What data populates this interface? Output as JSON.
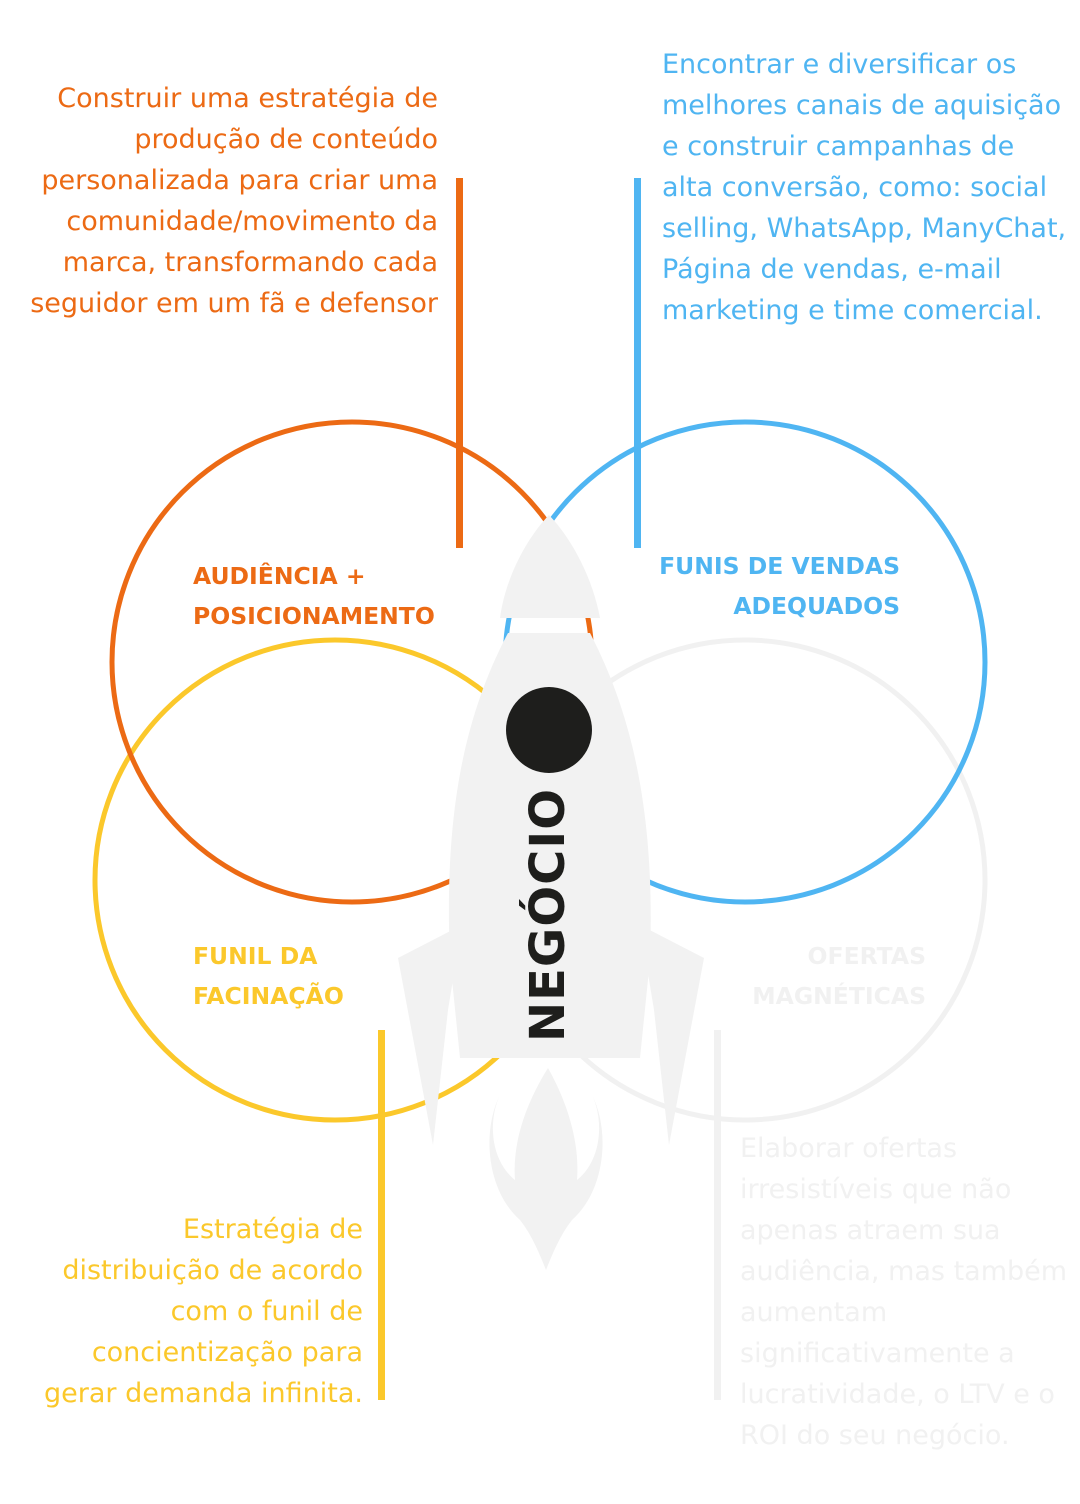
{
  "colors": {
    "audiencia": "#ec6a14",
    "funis": "#4fb5f2",
    "funil": "#fbc82b",
    "ofertas": "#f1f1f1",
    "rocket": "#f2f2f2",
    "dark": "#1e1e1c"
  },
  "center": {
    "word": "NEGÓCIO"
  },
  "circles": {
    "audiencia": {
      "label_line1": "AUDIÊNCIA +",
      "label_line2": "POSICIONAMENTO"
    },
    "funis": {
      "label_line1": "FUNIS DE VENDAS",
      "label_line2": "ADEQUADOS"
    },
    "funil": {
      "label_line1": "FUNIL DA",
      "label_line2": "FACINAÇÃO"
    },
    "ofertas": {
      "label_line1": "OFERTAS",
      "label_line2": "MAGNÉTICAS"
    }
  },
  "descriptions": {
    "audiencia": "Construir uma estratégia de produção de conteúdo personalizada para criar uma comunidade/movimento da marca, transformando cada seguidor em um fã e defensor",
    "funis": "Encontrar e diversificar os melhores canais de aquisição e construir campanhas de alta conversão, como: social selling, WhatsApp, ManyChat, Página de vendas, e-mail marketing e time comercial.",
    "funil": "Estratégia de distribuição de acordo com o funil de concientização para gerar demanda infinita.",
    "ofertas": "Elaborar ofertas irresistíveis que não apenas atraem sua audiência, mas também aumentam significativamente a lucratividade, o LTV e o ROI do seu negócio."
  }
}
